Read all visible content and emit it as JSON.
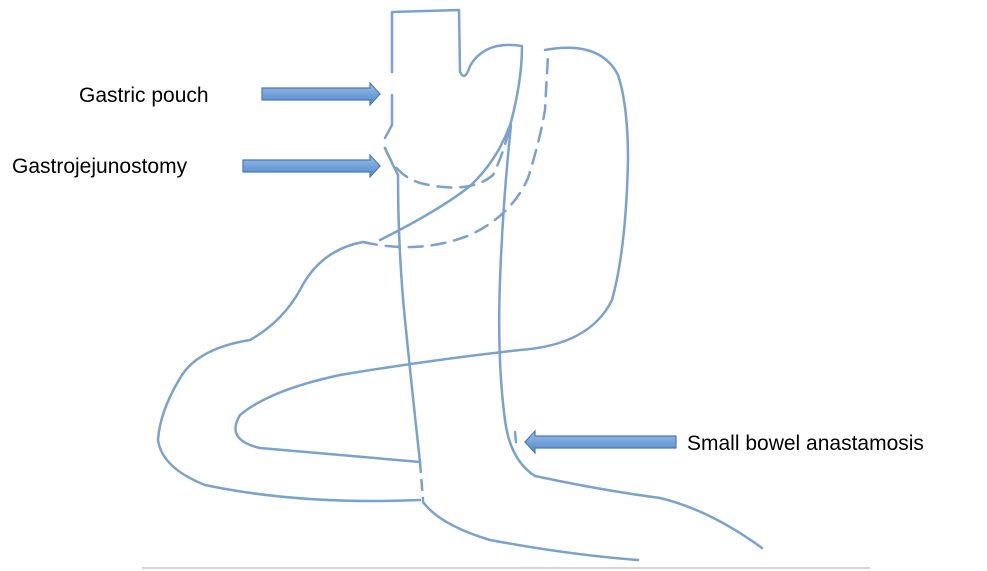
{
  "labels": {
    "gastric_pouch": "Gastric pouch",
    "gastrojejunostomy": "Gastrojejunostomy",
    "small_bowel_anastamosis": "Small bowel anastamosis"
  },
  "colors": {
    "outline": "#7aa2cc",
    "arrow_fill": "#6f9fd8",
    "arrow_stroke": "#4a7ab8",
    "baseline": "#d4d4d4",
    "text": "#000000"
  }
}
